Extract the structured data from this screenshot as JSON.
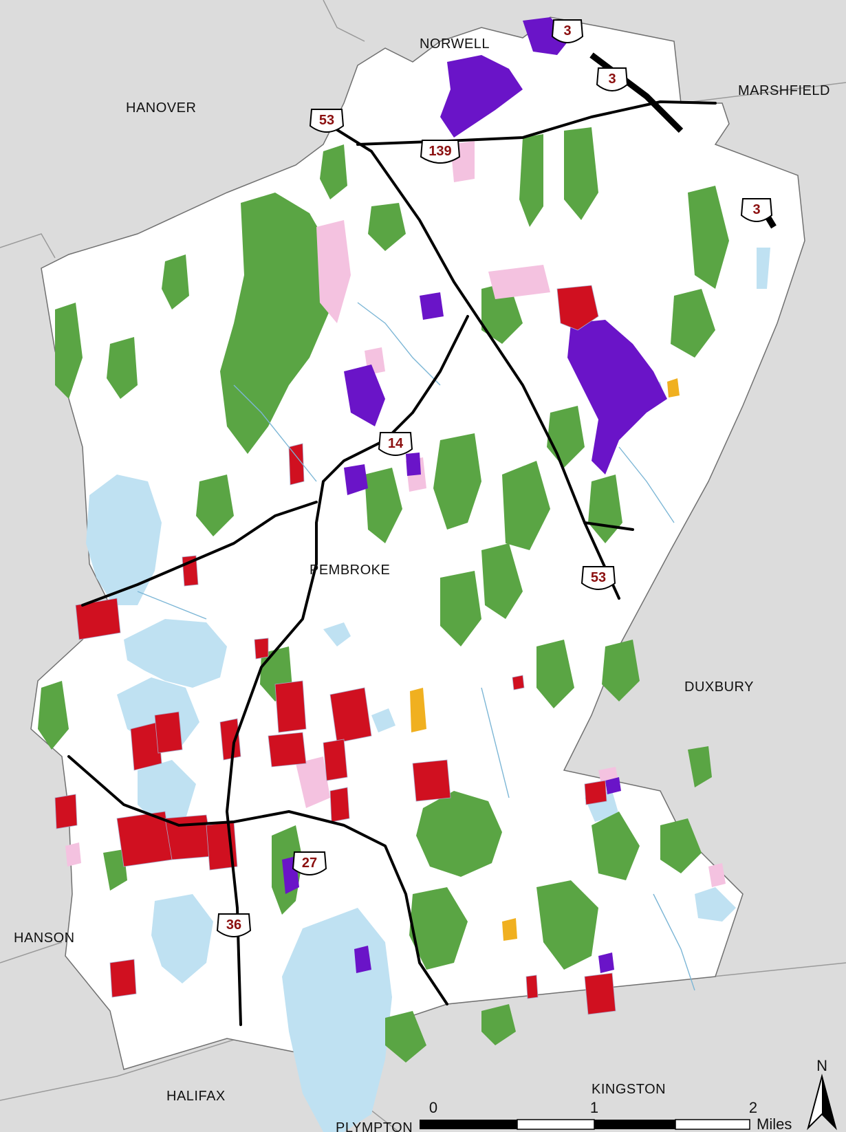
{
  "map": {
    "central_town": "PEMBROKE",
    "neighbors": [
      "NORWELL",
      "HANOVER",
      "MARSHFIELD",
      "DUXBURY",
      "HANSON",
      "HALIFAX",
      "KINGSTON",
      "PLYMPTON"
    ]
  },
  "routes": [
    "3",
    "3",
    "3",
    "53",
    "139",
    "14",
    "53",
    "27",
    "36"
  ],
  "scale_bar": {
    "ticks": [
      "0",
      "1",
      "2"
    ],
    "unit": "Miles"
  },
  "north_arrow": {
    "label": "N"
  },
  "colors": {
    "outside": "#dcdcdc",
    "town": "#ffffff",
    "water": "#bfe1f2",
    "forest": "#5aa544",
    "wetland": "#6a14c8",
    "pink_landcover": "#f4c2e0",
    "cranberry": "#d01020",
    "orange": "#f0b020",
    "road": "#000000"
  }
}
